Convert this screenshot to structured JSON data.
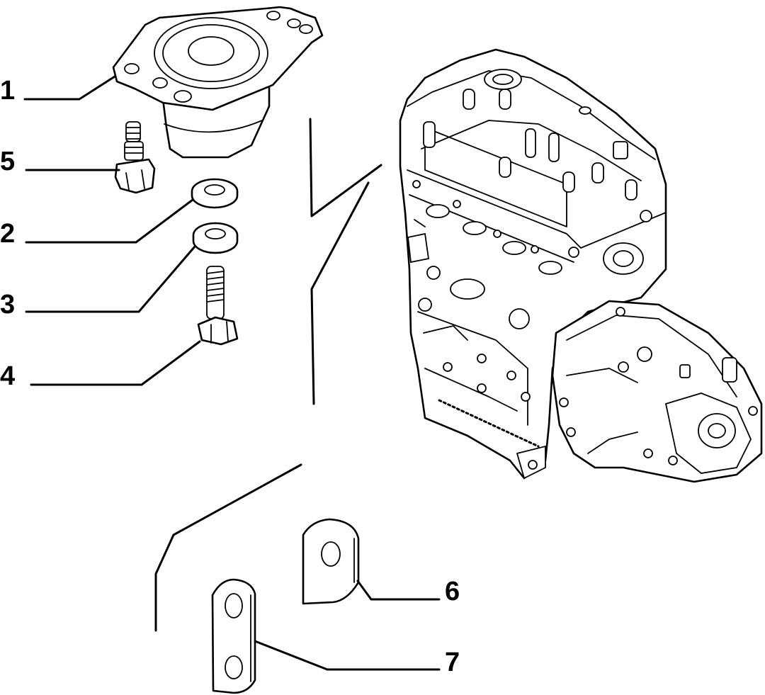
{
  "callouts": [
    {
      "id": "1",
      "label": "1"
    },
    {
      "id": "5",
      "label": "5"
    },
    {
      "id": "2",
      "label": "2"
    },
    {
      "id": "3",
      "label": "3"
    },
    {
      "id": "4",
      "label": "4"
    },
    {
      "id": "6",
      "label": "6"
    },
    {
      "id": "7",
      "label": "7"
    }
  ]
}
